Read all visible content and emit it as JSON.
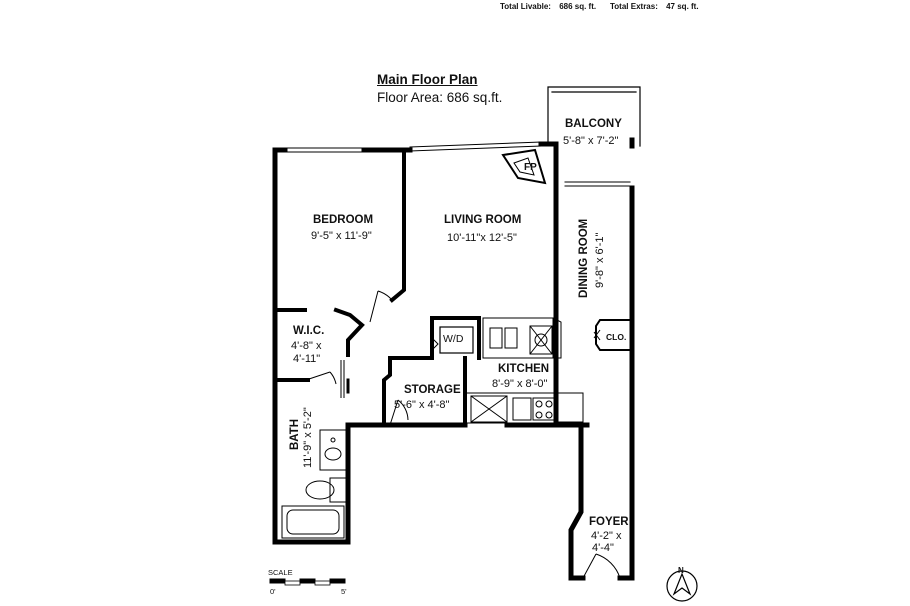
{
  "header": {
    "total_livable_label": "Total Livable:",
    "total_livable_value": "686 sq. ft.",
    "total_extras_label": "Total Extras:",
    "total_extras_value": "47 sq. ft."
  },
  "plan": {
    "title": "Main Floor Plan",
    "floor_area": "Floor Area: 686 sq.ft."
  },
  "rooms": {
    "bedroom": {
      "name": "BEDROOM",
      "dims": "9'-5\" x 11'-9\""
    },
    "living": {
      "name": "LIVING ROOM",
      "dims": "10'-11\"x 12'-5\""
    },
    "balcony": {
      "name": "BALCONY",
      "dims": "5'-8\" x 7'-2\""
    },
    "dining": {
      "name": "DINING ROOM",
      "dims": "9'-8\" x 6'-1\""
    },
    "wic": {
      "name": "W.I.C.",
      "dims1": "4'-8\" x",
      "dims2": "4'-11\""
    },
    "kitchen": {
      "name": "KITCHEN",
      "dims": "8'-9\" x 8'-0\""
    },
    "storage": {
      "name": "STORAGE",
      "dims": "5'-6\" x 4'-8\""
    },
    "bath": {
      "name": "BATH",
      "dims": "11'-9\" x 5'-2\""
    },
    "foyer": {
      "name": "FOYER",
      "dims1": "4'-2\" x",
      "dims2": "4'-4\""
    }
  },
  "fixtures": {
    "fireplace": "FP",
    "washer_dryer": "W/D",
    "closet": "CLO."
  },
  "scale": {
    "label": "SCALE",
    "start": "0'",
    "end": "5'"
  },
  "compass": {
    "label": "N"
  }
}
